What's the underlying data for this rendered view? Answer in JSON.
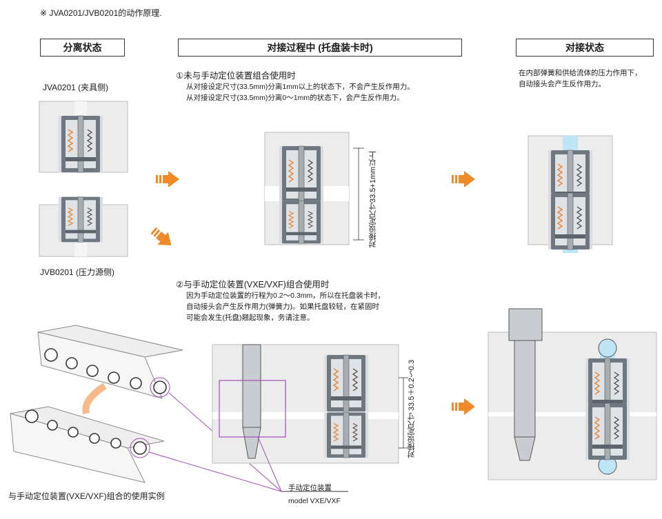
{
  "top_note": "※ JVA0201/JVB0201的动作原理.",
  "headers": {
    "separated": "分离状态",
    "in_progress": "对接过程中 (托盘装卡时)",
    "connected": "对接状态"
  },
  "left": {
    "jva_label": "JVA0201 (夹具侧)",
    "jvb_label": "JVB0201 (压力源侧)",
    "bottom_caption": "与手动定位装置(VXE/VXF)组合的使用实例"
  },
  "middle": {
    "case1_title": "①未与手动定位装置组合使用时",
    "case1_line1": "从对接设定尺寸(33.5mm)分离1mm以上的状态下，不会产生反作用力。",
    "case1_line2": "从对接设定尺寸(33.5mm)分离0～1mm的状态下，会产生反作用力。",
    "case1_dim": "对接设定尺寸33.5+1mm以上",
    "case2_title": "②与手动定位装置(VXE/VXF)组合使用时",
    "case2_line1": "因为手动定位装置的行程为0.2～0.3mm，所以在托盘装卡时，",
    "case2_line2": "自动接头会产生反作用力(弹簧力)。如果托盘较轻，在紧固时",
    "case2_line3": "可能会发生(托盘)翘起现象，务请注意。",
    "case2_dim": "对接设定尺寸 33.5＋0.2～0.3",
    "callout_line1": "手动定位装置",
    "callout_line2": "model VXE/VXF"
  },
  "right": {
    "desc_line1": "在内部弹簧和供给流体的压力作用下，",
    "desc_line2": "自动接头会产生反作用力。"
  },
  "colors": {
    "arrow_orange": "#f08a28",
    "spring_orange": "#e98a3a",
    "flow_blue": "#bfe4f6",
    "callout_purple": "#a04cb5"
  }
}
